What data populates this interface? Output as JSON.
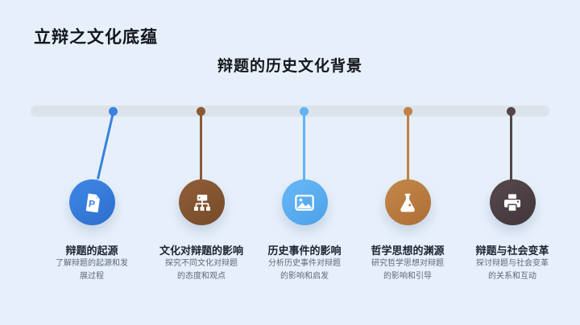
{
  "slide": {
    "title": "立辩之文化底蕴",
    "subtitle": "辩题的历史文化背景",
    "background_color": "#e7f0fa"
  },
  "timeline": {
    "bar_color": "#dce3ea",
    "items": [
      {
        "title": "辩题的起源",
        "description": "了解辩题的起源和发展过程",
        "icon": "document-p-icon",
        "color": "#3b82e0",
        "color_dark": "#2d6ecb"
      },
      {
        "title": "文化对辩题的影响",
        "description": "探究不同文化对辩题的态度和观点",
        "icon": "sitemap-icon",
        "color": "#8a5a35",
        "color_dark": "#764a28"
      },
      {
        "title": "历史事件的影响",
        "description": "分析历史事件对辩题的影响和启发",
        "icon": "image-icon",
        "color": "#62b3f3",
        "color_dark": "#4ba0e8"
      },
      {
        "title": "哲学思想的渊源",
        "description": "研究哲学思想对辩题的影响和引导",
        "icon": "flask-icon",
        "color": "#c08145",
        "color_dark": "#ac6e33"
      },
      {
        "title": "辩题与社会变革",
        "description": "探讨辩题与社会变革的关系和互动",
        "icon": "printer-icon",
        "color": "#524449",
        "color_dark": "#413639"
      }
    ]
  }
}
